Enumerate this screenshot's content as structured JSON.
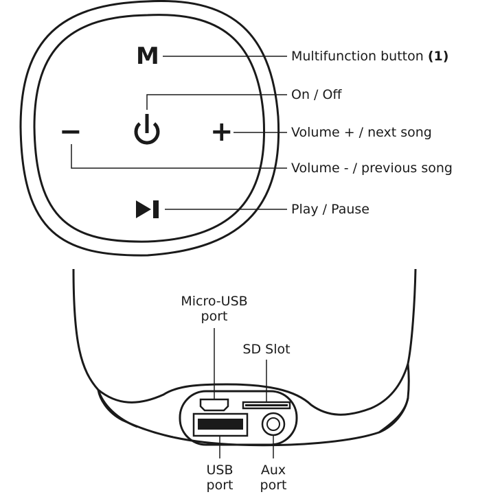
{
  "labels": {
    "multifunction": "Multifunction button",
    "multifunction_ref": "(1)",
    "on_off": "On / Off",
    "volume_up": "Volume + / next song",
    "volume_down": "Volume - / previous song",
    "play_pause": "Play / Pause",
    "micro_usb_line1": "Micro-USB",
    "micro_usb_line2": "port",
    "sd_slot": "SD Slot",
    "usb_line1": "USB",
    "usb_line2": "port",
    "aux_line1": "Aux",
    "aux_line2": "port"
  },
  "buttons": {
    "m_glyph": "M",
    "minus_glyph": "−",
    "plus_glyph": "+"
  },
  "colors": {
    "ink": "#1a1a1a",
    "background": "#ffffff"
  }
}
